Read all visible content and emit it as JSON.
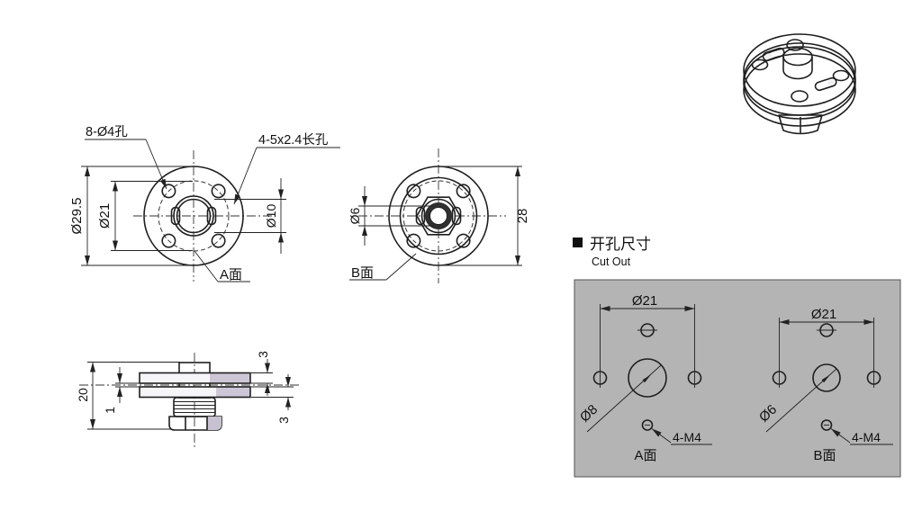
{
  "colors": {
    "background": "#ffffff",
    "line": "#1f1f1f",
    "part_fill": "#e2e2e2",
    "panel_gray": "#b4b4b4",
    "lavender": "#cdc6d6",
    "white": "#ffffff"
  },
  "front_view_a": {
    "leader_holes": "8-Ø4孔",
    "leader_slots": "4-5x2.4长孔",
    "dim_outer": "Ø29.5",
    "dim_bolt": "Ø21",
    "dim_boss": "Ø10",
    "face_label": "A面"
  },
  "front_view_b": {
    "dim_shaft": "Ø6",
    "dim_height": "28",
    "face_label": "B面"
  },
  "side_view": {
    "dim_total": "20",
    "dim_gap": "1",
    "dim_plate_top": "3",
    "dim_plate_bottom": "3"
  },
  "cutout": {
    "title": "开孔尺寸",
    "subtitle": "Cut Out",
    "pattern_a": {
      "dim_bolt": "Ø21",
      "dim_center": "Ø8",
      "dim_tap": "4-M4",
      "face_label": "A面"
    },
    "pattern_b": {
      "dim_bolt": "Ø21",
      "dim_center": "Ø6",
      "dim_tap": "4-M4",
      "face_label": "B面"
    }
  }
}
